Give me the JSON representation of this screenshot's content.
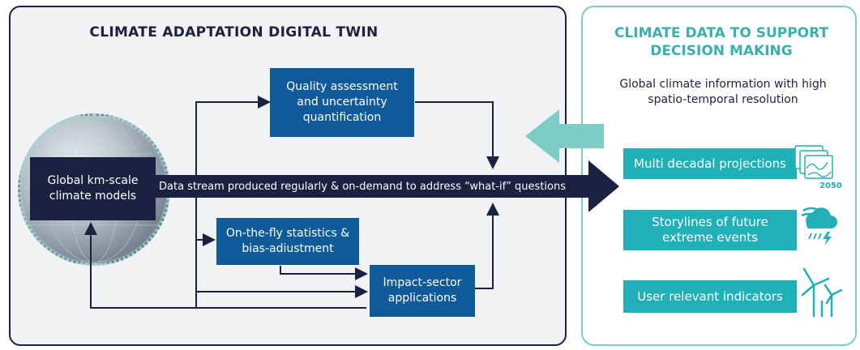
{
  "left_panel": {
    "title": "CLIMATE ADAPTATION DIGITAL TWIN",
    "models_box": "Global km-scale climate models",
    "quality_box": "Quality assessment and uncertainty quantification",
    "stats_box": "On-the-fly statistics & bias-adiustment",
    "impact_box": "Impact-sector applications",
    "data_stream": "Data stream produced regularly & on-demand to address “what-if” questions"
  },
  "right_panel": {
    "title": "CLIMATE DATA TO SUPPORT DECISION MAKING",
    "subtitle": "Global climate information with high spatio-temporal resolution",
    "items": [
      {
        "label": "Multi decadal projections",
        "icon": "map-layers-icon",
        "icon_caption": "2050"
      },
      {
        "label": "Storylines of future extreme events",
        "icon": "storm-cloud-icon"
      },
      {
        "label": "User relevant indicators",
        "icon": "wind-turbine-icon"
      }
    ]
  },
  "colors": {
    "navy": "#1b2140",
    "blue": "#0f5b99",
    "teal": "#1fb0b8",
    "teal_light": "#7cccc6"
  }
}
